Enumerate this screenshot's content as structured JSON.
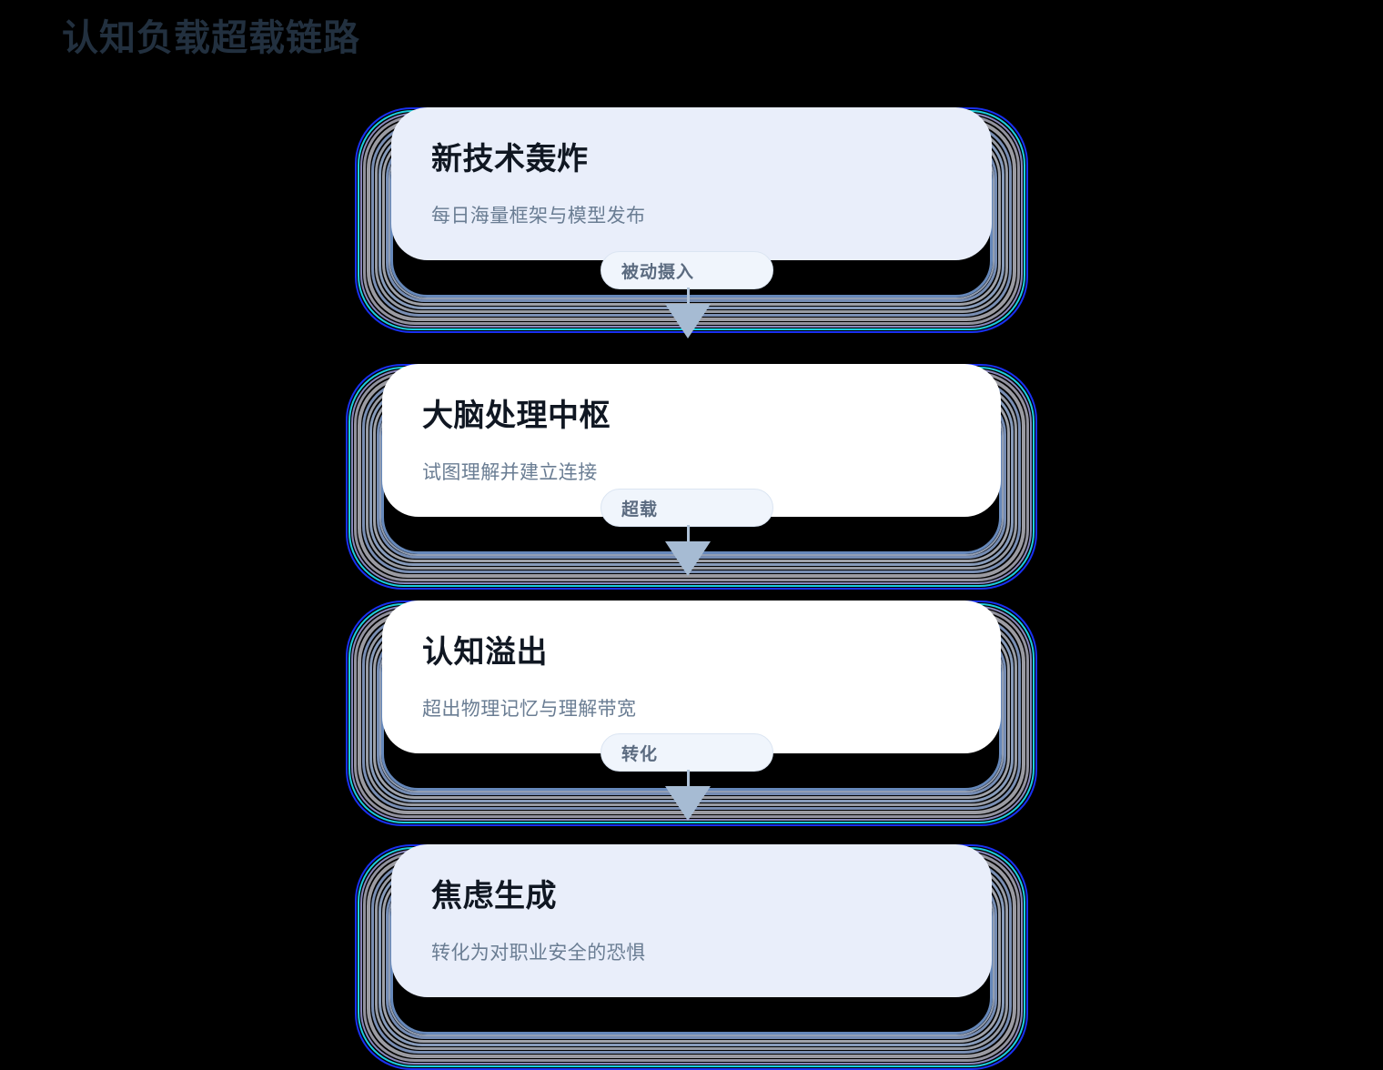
{
  "title": "认知负载超载链路",
  "theme": {
    "background": "#000000",
    "title_color": "#22303f",
    "node_title_color": "#101722",
    "node_desc_color": "#6a7d93",
    "card_tint_fill": "#e9eefa",
    "card_white_fill": "#ffffff",
    "halo_outer_blue": "#1a34ff",
    "halo_cyan": "#1fd8e8",
    "halo_violet": "#9a8fc4",
    "halo_gray": "#a3a3ab",
    "halo_slate_blue": "#7b93bd",
    "halo_steel": "#6b8fc4",
    "connector_pill_fill": "#f0f5fc",
    "connector_pill_border": "#dbe5f2",
    "connector_label_color": "#5b6b80",
    "arrow_color": "#a6bbd3"
  },
  "flow": {
    "nodes": [
      {
        "id": "node-1",
        "title": "新技术轰炸",
        "desc": "每日海量框架与模型发布",
        "fill": "tint"
      },
      {
        "id": "node-2",
        "title": "大脑处理中枢",
        "desc": "试图理解并建立连接",
        "fill": "white"
      },
      {
        "id": "node-3",
        "title": "认知溢出",
        "desc": "超出物理记忆与理解带宽",
        "fill": "white"
      },
      {
        "id": "node-4",
        "title": "焦虑生成",
        "desc": "转化为对职业安全的恐惧",
        "fill": "tint"
      }
    ],
    "connectors": [
      {
        "id": "conn-1",
        "label": "被动摄入",
        "from": "node-1",
        "to": "node-2"
      },
      {
        "id": "conn-2",
        "label": "超载",
        "from": "node-2",
        "to": "node-3"
      },
      {
        "id": "conn-3",
        "label": "转化",
        "from": "node-3",
        "to": "node-4"
      }
    ]
  }
}
